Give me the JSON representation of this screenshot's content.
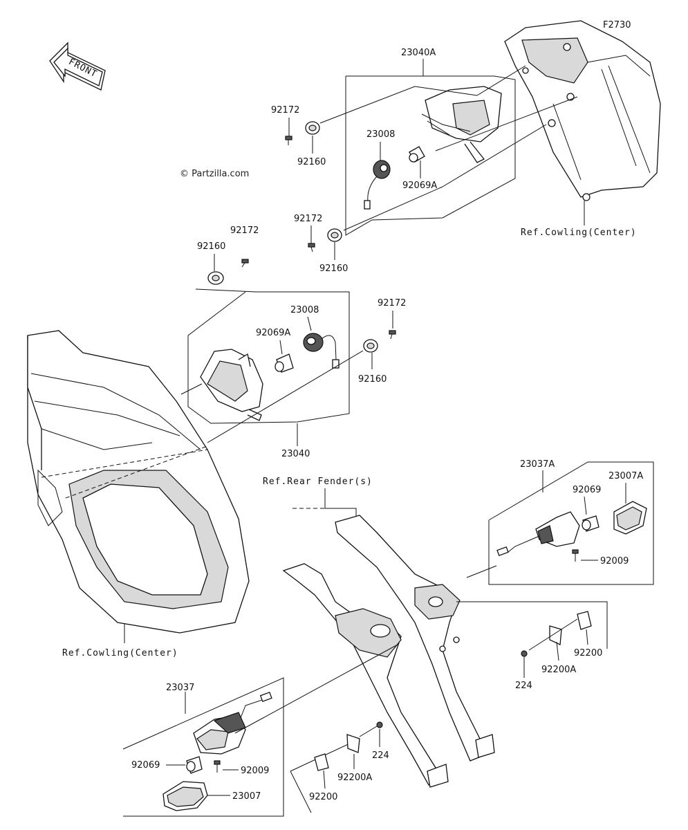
{
  "diagram_id": "F2730",
  "watermark": "© Partzilla.com",
  "front_arrow": "FRONT",
  "refs": {
    "cowling_top": "Ref.Cowling(Center)",
    "cowling_left": "Ref.Cowling(Center)",
    "rear_fender": "Ref.Rear Fender(s)"
  },
  "parts": {
    "p23040A": "23040A",
    "p23040": "23040",
    "p23037A": "23037A",
    "p23037": "23037",
    "p23007A": "23007A",
    "p23007": "23007",
    "p23008_top": "23008",
    "p23008_mid": "23008",
    "p92172_a": "92172",
    "p92172_b": "92172",
    "p92172_c": "92172",
    "p92172_d": "92172",
    "p92160_a": "92160",
    "p92160_b": "92160",
    "p92160_c": "92160",
    "p92160_d": "92160",
    "p92069A_top": "92069A",
    "p92069A_mid": "92069A",
    "p92069_right": "92069",
    "p92069_left": "92069",
    "p92009_right": "92009",
    "p92009_left": "92009",
    "p92200_right": "92200",
    "p92200_left": "92200",
    "p92200A_right": "92200A",
    "p92200A_left": "92200A",
    "p224_right": "224",
    "p224_left": "224"
  }
}
